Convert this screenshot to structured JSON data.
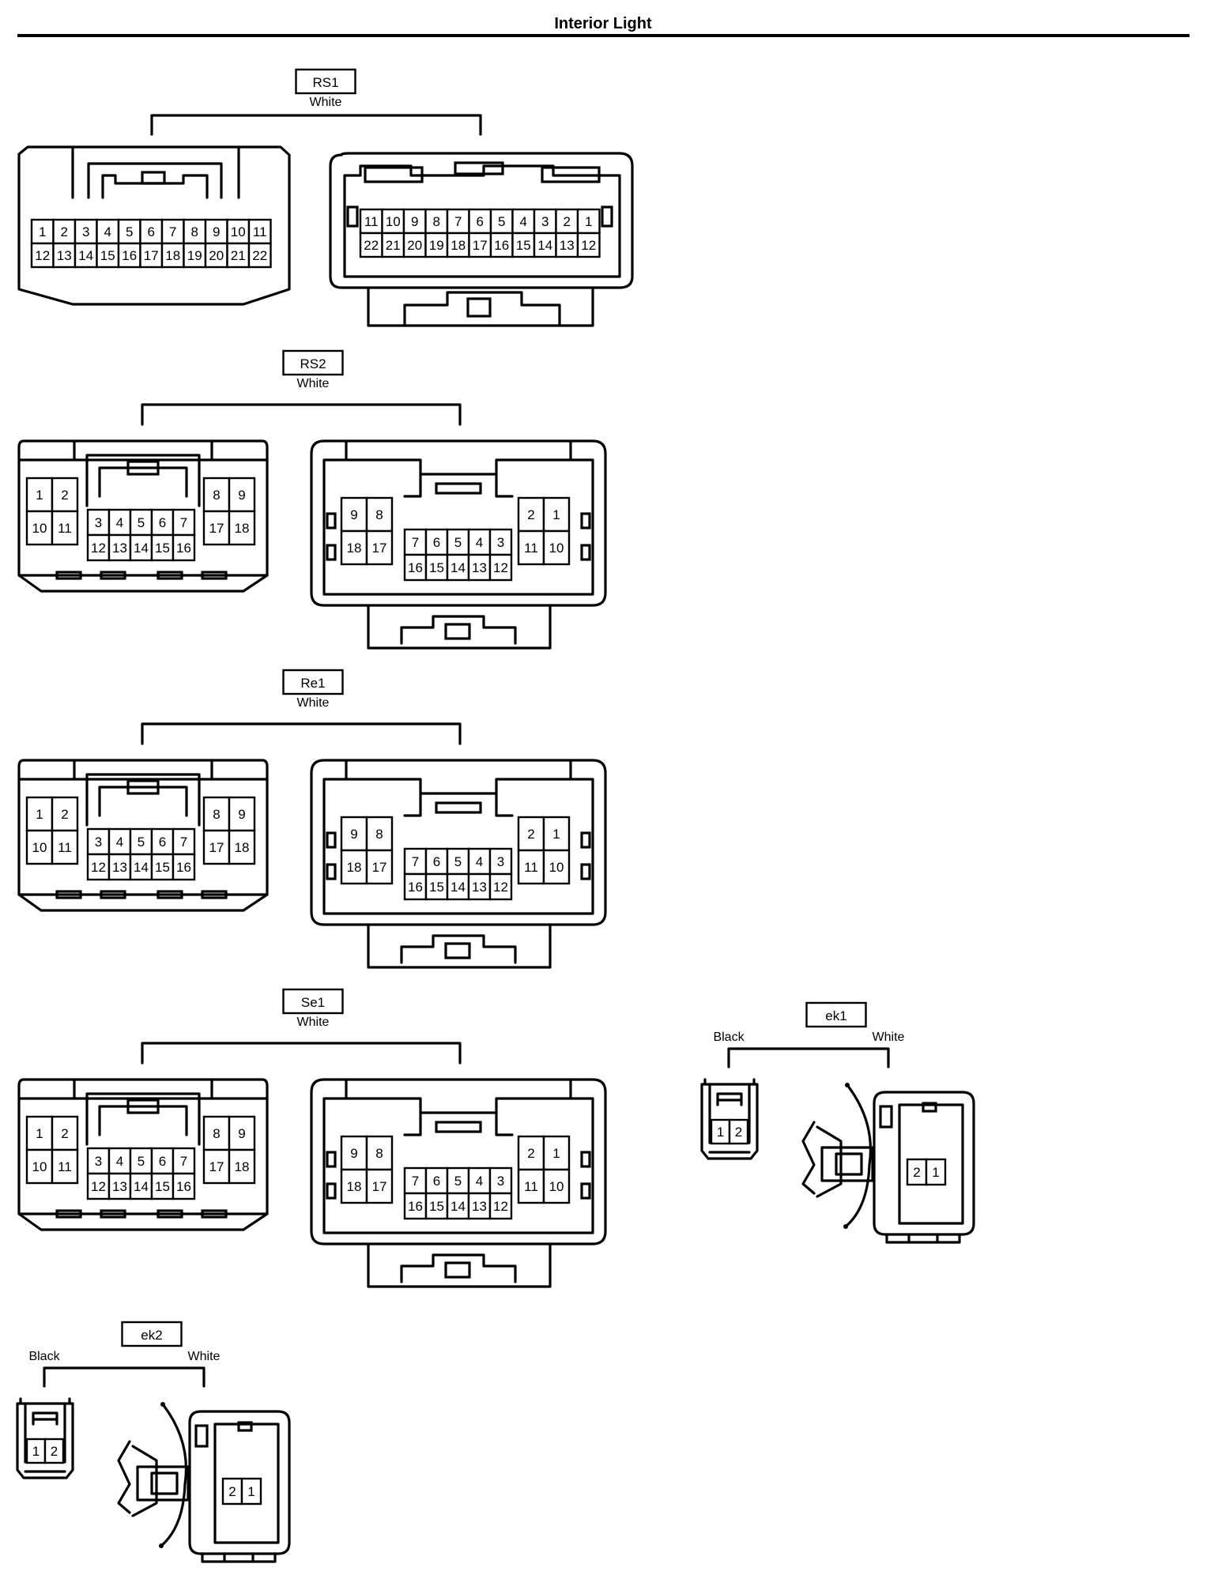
{
  "page": {
    "title": "Interior Light"
  },
  "connectors": [
    {
      "id": "RS1",
      "type": "large22",
      "code": "RS1",
      "color_labels": [
        "White"
      ],
      "left_rows": [
        [
          "1",
          "2",
          "3",
          "4",
          "5",
          "6",
          "7",
          "8",
          "9",
          "10",
          "11"
        ],
        [
          "12",
          "13",
          "14",
          "15",
          "16",
          "17",
          "18",
          "19",
          "20",
          "21",
          "22"
        ]
      ],
      "right_rows": [
        [
          "11",
          "10",
          "9",
          "8",
          "7",
          "6",
          "5",
          "4",
          "3",
          "2",
          "1"
        ],
        [
          "22",
          "21",
          "20",
          "19",
          "18",
          "17",
          "16",
          "15",
          "14",
          "13",
          "12"
        ]
      ]
    },
    {
      "id": "RS2",
      "type": "pin18",
      "code": "RS2",
      "color_labels": [
        "White"
      ],
      "left": {
        "a": [
          [
            "1",
            "2"
          ],
          [
            "10",
            "11"
          ]
        ],
        "m": [
          [
            "3",
            "4",
            "5",
            "6",
            "7"
          ],
          [
            "12",
            "13",
            "14",
            "15",
            "16"
          ]
        ],
        "b": [
          [
            "8",
            "9"
          ],
          [
            "17",
            "18"
          ]
        ]
      },
      "right": {
        "a": [
          [
            "9",
            "8"
          ],
          [
            "18",
            "17"
          ]
        ],
        "m": [
          [
            "7",
            "6",
            "5",
            "4",
            "3"
          ],
          [
            "16",
            "15",
            "14",
            "13",
            "12"
          ]
        ],
        "b": [
          [
            "2",
            "1"
          ],
          [
            "11",
            "10"
          ]
        ]
      }
    },
    {
      "id": "Re1",
      "type": "pin18",
      "code": "Re1",
      "color_labels": [
        "White"
      ],
      "left": {
        "a": [
          [
            "1",
            "2"
          ],
          [
            "10",
            "11"
          ]
        ],
        "m": [
          [
            "3",
            "4",
            "5",
            "6",
            "7"
          ],
          [
            "12",
            "13",
            "14",
            "15",
            "16"
          ]
        ],
        "b": [
          [
            "8",
            "9"
          ],
          [
            "17",
            "18"
          ]
        ]
      },
      "right": {
        "a": [
          [
            "9",
            "8"
          ],
          [
            "18",
            "17"
          ]
        ],
        "m": [
          [
            "7",
            "6",
            "5",
            "4",
            "3"
          ],
          [
            "16",
            "15",
            "14",
            "13",
            "12"
          ]
        ],
        "b": [
          [
            "2",
            "1"
          ],
          [
            "11",
            "10"
          ]
        ]
      }
    },
    {
      "id": "Se1",
      "type": "pin18",
      "code": "Se1",
      "color_labels": [
        "White"
      ],
      "left": {
        "a": [
          [
            "1",
            "2"
          ],
          [
            "10",
            "11"
          ]
        ],
        "m": [
          [
            "3",
            "4",
            "5",
            "6",
            "7"
          ],
          [
            "12",
            "13",
            "14",
            "15",
            "16"
          ]
        ],
        "b": [
          [
            "8",
            "9"
          ],
          [
            "17",
            "18"
          ]
        ]
      },
      "right": {
        "a": [
          [
            "9",
            "8"
          ],
          [
            "18",
            "17"
          ]
        ],
        "m": [
          [
            "7",
            "6",
            "5",
            "4",
            "3"
          ],
          [
            "16",
            "15",
            "14",
            "13",
            "12"
          ]
        ],
        "b": [
          [
            "2",
            "1"
          ],
          [
            "11",
            "10"
          ]
        ]
      }
    },
    {
      "id": "ek1",
      "type": "pin2",
      "code": "ek1",
      "color_labels": [
        "Black",
        "White"
      ],
      "left_pins": [
        "1",
        "2"
      ],
      "right_pins": [
        "2",
        "1"
      ]
    },
    {
      "id": "ek2",
      "type": "pin2",
      "code": "ek2",
      "color_labels": [
        "Black",
        "White"
      ],
      "left_pins": [
        "1",
        "2"
      ],
      "right_pins": [
        "2",
        "1"
      ]
    }
  ]
}
